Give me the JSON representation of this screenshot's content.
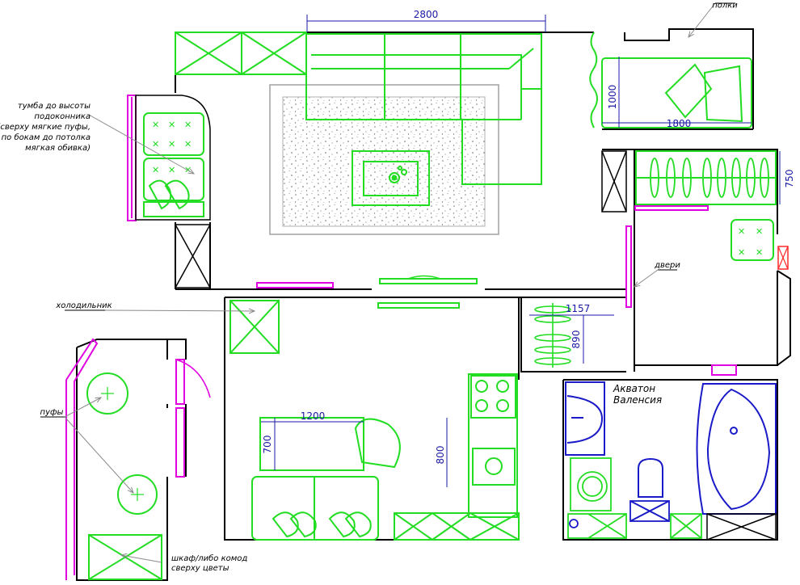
{
  "dimensions": {
    "living_width": "2800",
    "bed_depth": "1000",
    "bed_length": "1800",
    "wardrobe_depth": "750",
    "closet_width": "1157",
    "closet_depth": "890",
    "table_width": "1200",
    "table_depth": "700",
    "counter_gap": "800"
  },
  "labels": {
    "shelves": "полки",
    "doors": "двери",
    "fridge": "холодильник",
    "poufs": "пуфы",
    "cabinet_note": [
      "тумба до высоты",
      "подоконника",
      "(сверху мягкие пуфы,",
      "по бокам до потолка",
      "мягкая обивка)"
    ],
    "wardrobe_note": [
      "шкаф/либо комод",
      "сверху цветы"
    ],
    "bath_brand": [
      "Акватон",
      "Валенсия"
    ]
  },
  "colors": {
    "wall": "#000000",
    "furniture": "#22dd22",
    "window": "#e000e0",
    "bathroom": "#1a1ac8",
    "dimension": "#1a1aa6",
    "leader": "#9a9a9a",
    "radiator": "#ff2a2a"
  }
}
